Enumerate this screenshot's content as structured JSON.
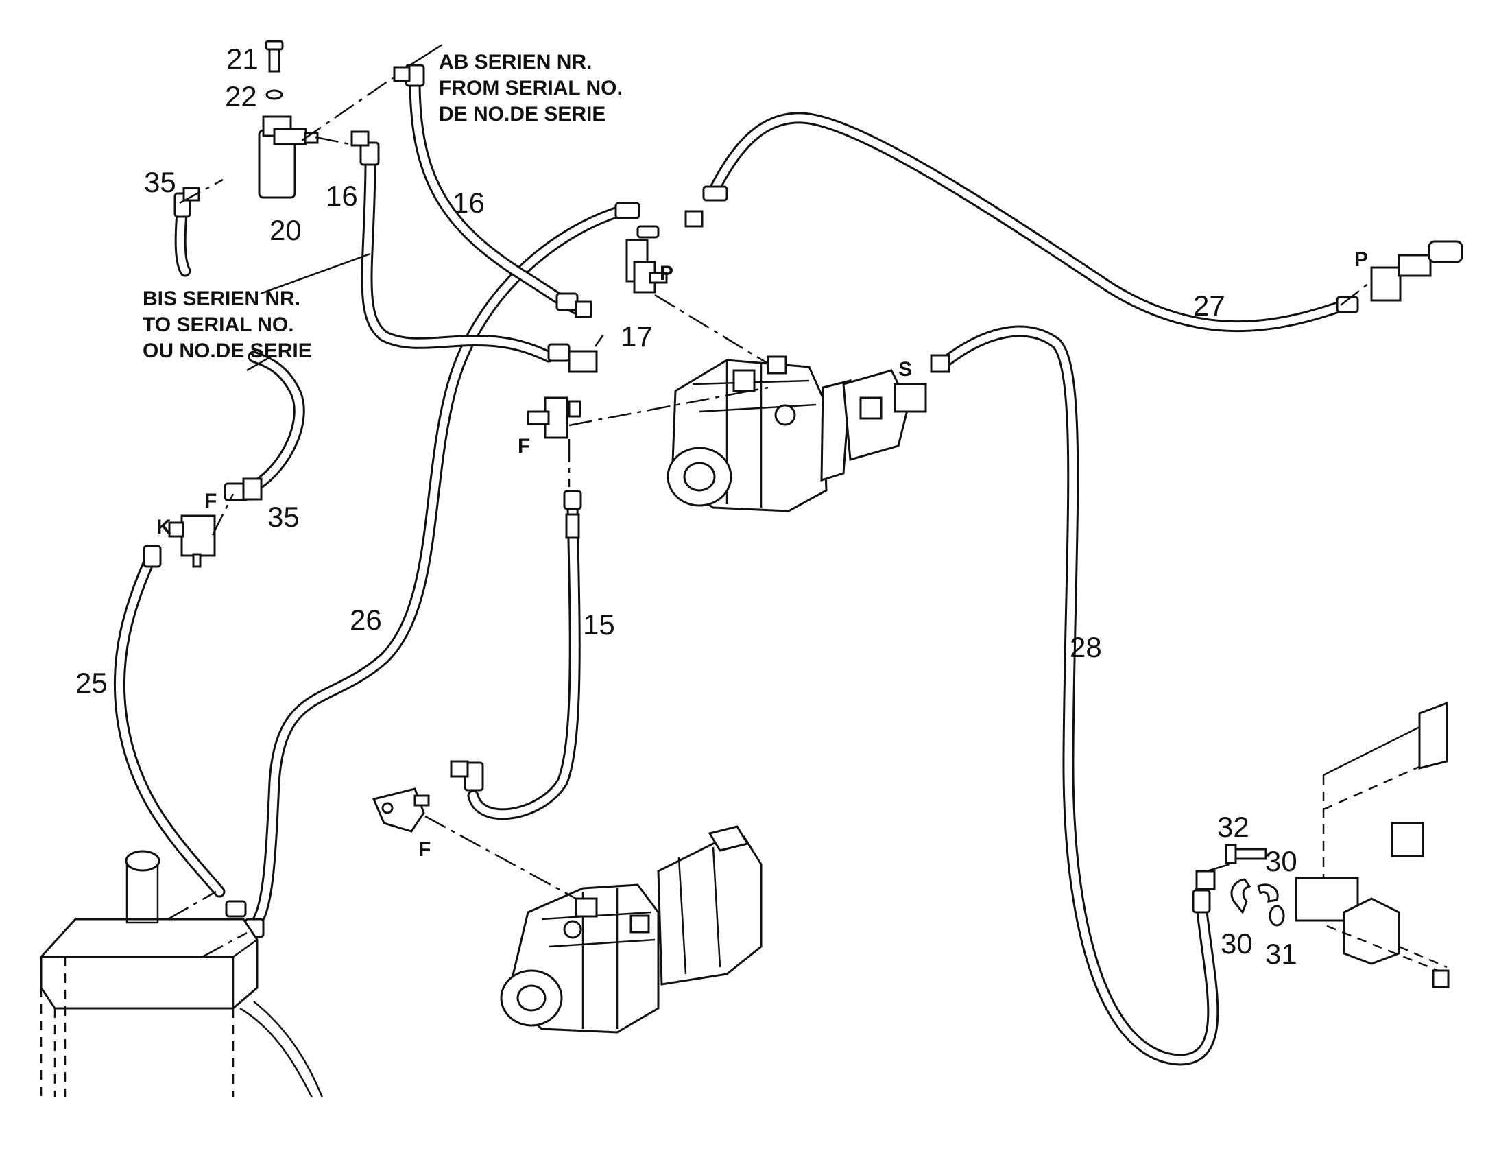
{
  "notes": {
    "from_serial": [
      "AB SERIEN NR.",
      "FROM SERIAL NO.",
      "DE NO.DE SERIE"
    ],
    "to_serial": [
      "BIS SERIEN NR.",
      "TO SERIAL NO.",
      "OU NO.DE SERIE"
    ]
  },
  "callouts": {
    "p15": "15",
    "p16a": "16",
    "p16b": "16",
    "p17": "17",
    "p20": "20",
    "p21": "21",
    "p22": "22",
    "p25": "25",
    "p26": "26",
    "p27": "27",
    "p28": "28",
    "p30a": "30",
    "p30b": "30",
    "p31": "31",
    "p32": "32",
    "p35a": "35",
    "p35b": "35"
  },
  "ports": {
    "p_upper": "P",
    "p_right": "P",
    "s": "S",
    "f_upper": "F",
    "f_left": "F",
    "k": "K",
    "f_lower": "F"
  }
}
